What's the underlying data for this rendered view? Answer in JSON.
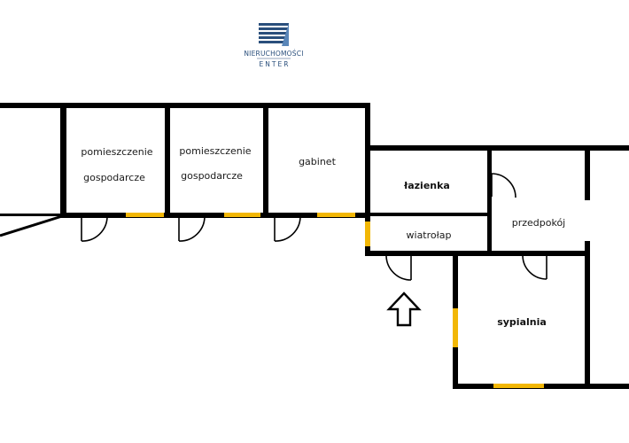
{
  "logo": {
    "line1": "NIERUCHOMOŚCI",
    "line2": "ENTER",
    "color": "#2a4f7c"
  },
  "rooms": {
    "storage1": {
      "line1": "pomieszczenie",
      "line2": "gospodarcze"
    },
    "storage2": {
      "line1": "pomieszczenie",
      "line2": "gospodarcze"
    },
    "office": "gabinet",
    "bathroom": "łazienka",
    "vestibule": "wiatrołap",
    "hallway": "przedpokój",
    "bedroom": "sypialnia"
  },
  "colors": {
    "wall": "#000000",
    "window": "#f2b705"
  },
  "entrance_icon": "up-arrow-icon"
}
